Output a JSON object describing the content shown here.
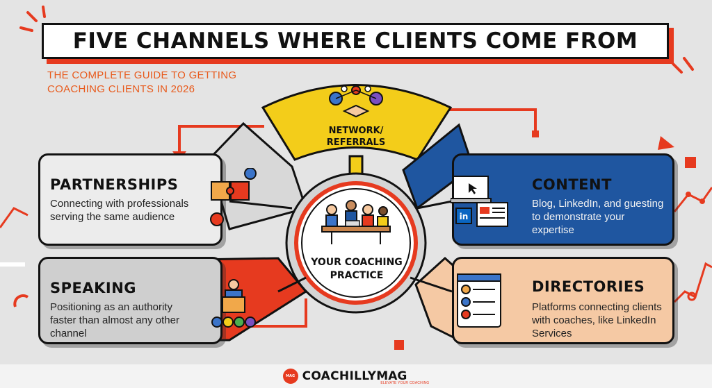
{
  "title": "FIVE CHANNELS WHERE CLIENTS COME FROM",
  "subtitle": "THE COMPLETE GUIDE TO GETTING COACHING CLIENTS IN 2026",
  "hub": {
    "label": "YOUR COACHING PRACTICE"
  },
  "network": {
    "title": "NETWORK/ REFERRALS"
  },
  "channels": {
    "partnerships": {
      "title": "PARTNERSHIPS",
      "description": "Connecting with professionals serving the same audience"
    },
    "speaking": {
      "title": "SPEAKING",
      "description": "Positioning as an authority faster than almost any other channel"
    },
    "content": {
      "title": "CONTENT",
      "description": "Blog, LinkedIn, and guesting to demonstrate your expertise",
      "icon_text": "in"
    },
    "directories": {
      "title": "DIRECTORIES",
      "description": "Platforms connecting clients with coaches, like LinkedIn Services"
    }
  },
  "footer": {
    "logo_badge": "MAG",
    "brand": "COACHILLY",
    "brand_suffix": "MAG",
    "tagline": "ELEVATE YOUR COACHING"
  },
  "colors": {
    "accent_red": "#e63a1f",
    "network_yellow": "#f3cd1a",
    "content_blue": "#1f56a0",
    "directories_peach": "#f5c9a4",
    "speaking_gray": "#cfcfcf",
    "background": "#e4e4e4"
  },
  "icons": [
    "handshake-network-icon",
    "puzzle-icon",
    "speaker-podium-icon",
    "laptop-linkedin-icon",
    "directory-list-icon",
    "team-meeting-icon"
  ]
}
